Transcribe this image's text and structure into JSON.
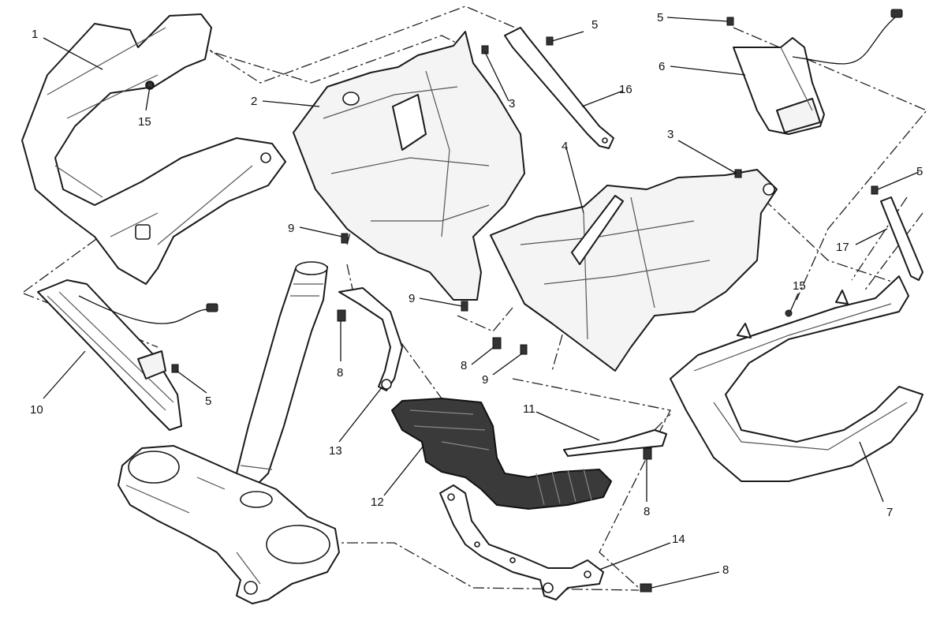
{
  "callouts": [
    {
      "id": "c1",
      "text": "1"
    },
    {
      "id": "c2",
      "text": "2"
    },
    {
      "id": "c3a",
      "text": "3"
    },
    {
      "id": "c3b",
      "text": "3"
    },
    {
      "id": "c4",
      "text": "4"
    },
    {
      "id": "c5a",
      "text": "5"
    },
    {
      "id": "c5b",
      "text": "5"
    },
    {
      "id": "c5c",
      "text": "5"
    },
    {
      "id": "c5d",
      "text": "5"
    },
    {
      "id": "c6",
      "text": "6"
    },
    {
      "id": "c7",
      "text": "7"
    },
    {
      "id": "c8a",
      "text": "8"
    },
    {
      "id": "c8b",
      "text": "8"
    },
    {
      "id": "c8c",
      "text": "8"
    },
    {
      "id": "c8d",
      "text": "8"
    },
    {
      "id": "c9a",
      "text": "9"
    },
    {
      "id": "c9b",
      "text": "9"
    },
    {
      "id": "c9c",
      "text": "9"
    },
    {
      "id": "c10",
      "text": "10"
    },
    {
      "id": "c11",
      "text": "11"
    },
    {
      "id": "c12",
      "text": "12"
    },
    {
      "id": "c13",
      "text": "13"
    },
    {
      "id": "c14",
      "text": "14"
    },
    {
      "id": "c15a",
      "text": "15"
    },
    {
      "id": "c15b",
      "text": "15"
    },
    {
      "id": "c16",
      "text": "16"
    },
    {
      "id": "c17",
      "text": "17"
    }
  ]
}
